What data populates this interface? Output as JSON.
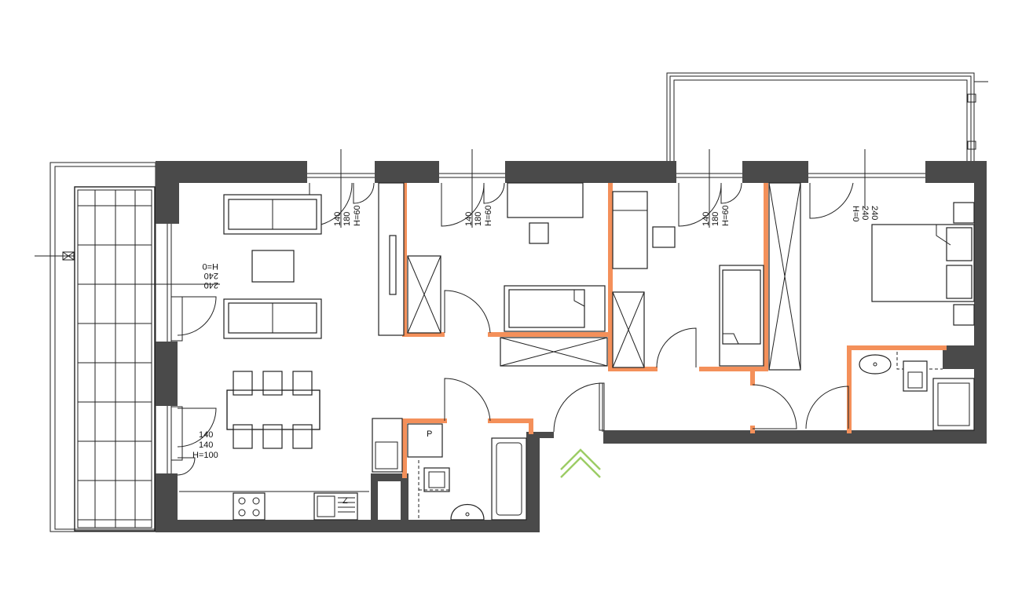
{
  "plan": {
    "colors": {
      "wall": "#4a4a4a",
      "partition": "#f4905a",
      "line": "#222222",
      "entrance_marker": "#9ccc65"
    },
    "window_labels": [
      {
        "id": "w1",
        "lines": [
          "140",
          "180",
          "H=60"
        ]
      },
      {
        "id": "w2",
        "lines": [
          "140",
          "180",
          "H=60"
        ]
      },
      {
        "id": "w3",
        "lines": [
          "140",
          "180",
          "H=60"
        ]
      },
      {
        "id": "w4",
        "lines": [
          "240",
          "240",
          "H=0"
        ]
      },
      {
        "id": "w5",
        "lines": [
          "240",
          "240",
          "H=0"
        ]
      },
      {
        "id": "w6",
        "lines": [
          "140",
          "140",
          "H=100"
        ]
      }
    ],
    "fixture_letters": {
      "boiler": "P",
      "washer": "Z"
    },
    "icons": [
      "entrance-arrow-icon",
      "sink-icon",
      "stove-icon",
      "bathtub-icon",
      "toilet-icon",
      "bed-icon",
      "sofa-icon"
    ]
  }
}
